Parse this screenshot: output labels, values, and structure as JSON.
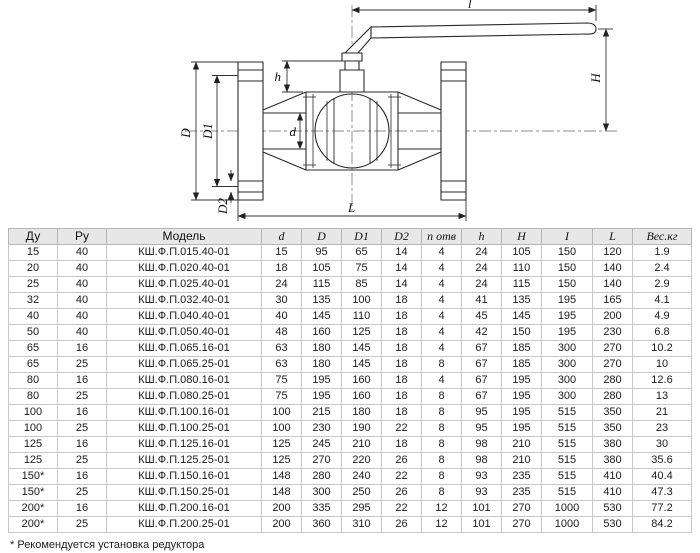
{
  "drawing": {
    "labels": {
      "l": "l",
      "H": "H",
      "h": "h",
      "d": "d",
      "D": "D",
      "D1": "D1",
      "D2": "D2",
      "L": "L"
    }
  },
  "table": {
    "headers": [
      "Ду",
      "Ру",
      "Модель",
      "d",
      "D",
      "D1",
      "D2",
      "n отв",
      "h",
      "H",
      "I",
      "L",
      "Вес.кг"
    ],
    "rows": [
      [
        "15",
        "40",
        "КШ.Ф.П.015.40-01",
        "15",
        "95",
        "65",
        "14",
        "4",
        "24",
        "105",
        "150",
        "120",
        "1.9"
      ],
      [
        "20",
        "40",
        "КШ.Ф.П.020.40-01",
        "18",
        "105",
        "75",
        "14",
        "4",
        "24",
        "110",
        "150",
        "140",
        "2.4"
      ],
      [
        "25",
        "40",
        "КШ.Ф.П.025.40-01",
        "24",
        "115",
        "85",
        "14",
        "4",
        "24",
        "115",
        "150",
        "140",
        "2.9"
      ],
      [
        "32",
        "40",
        "КШ.Ф.П.032.40-01",
        "30",
        "135",
        "100",
        "18",
        "4",
        "41",
        "135",
        "195",
        "165",
        "4.1"
      ],
      [
        "40",
        "40",
        "КШ.Ф.П.040.40-01",
        "40",
        "145",
        "110",
        "18",
        "4",
        "45",
        "145",
        "195",
        "200",
        "4.9"
      ],
      [
        "50",
        "40",
        "КШ.Ф.П.050.40-01",
        "48",
        "160",
        "125",
        "18",
        "4",
        "42",
        "150",
        "195",
        "230",
        "6.8"
      ],
      [
        "65",
        "16",
        "КШ.Ф.П.065.16-01",
        "63",
        "180",
        "145",
        "18",
        "4",
        "67",
        "185",
        "300",
        "270",
        "10.2"
      ],
      [
        "65",
        "25",
        "КШ.Ф.П.065.25-01",
        "63",
        "180",
        "145",
        "18",
        "8",
        "67",
        "185",
        "300",
        "270",
        "10"
      ],
      [
        "80",
        "16",
        "КШ.Ф.П.080.16-01",
        "75",
        "195",
        "160",
        "18",
        "4",
        "67",
        "195",
        "300",
        "280",
        "12.6"
      ],
      [
        "80",
        "25",
        "КШ.Ф.П.080.25-01",
        "75",
        "195",
        "160",
        "18",
        "8",
        "67",
        "195",
        "300",
        "280",
        "13"
      ],
      [
        "100",
        "16",
        "КШ.Ф.П.100.16-01",
        "100",
        "215",
        "180",
        "18",
        "8",
        "95",
        "195",
        "515",
        "350",
        "21"
      ],
      [
        "100",
        "25",
        "КШ.Ф.П.100.25-01",
        "100",
        "230",
        "190",
        "22",
        "8",
        "95",
        "195",
        "515",
        "350",
        "23"
      ],
      [
        "125",
        "16",
        "КШ.Ф.П.125.16-01",
        "125",
        "245",
        "210",
        "18",
        "8",
        "98",
        "210",
        "515",
        "380",
        "30"
      ],
      [
        "125",
        "25",
        "КШ.Ф.П.125.25-01",
        "125",
        "270",
        "220",
        "26",
        "8",
        "98",
        "210",
        "515",
        "380",
        "35.6"
      ],
      [
        "150*",
        "16",
        "КШ.Ф.П.150.16-01",
        "148",
        "280",
        "240",
        "22",
        "8",
        "93",
        "235",
        "515",
        "410",
        "40.4"
      ],
      [
        "150*",
        "25",
        "КШ.Ф.П.150.25-01",
        "148",
        "300",
        "250",
        "26",
        "8",
        "93",
        "235",
        "515",
        "410",
        "47.3"
      ],
      [
        "200*",
        "16",
        "КШ.Ф.П.200.16-01",
        "200",
        "335",
        "295",
        "22",
        "12",
        "101",
        "270",
        "1000",
        "530",
        "77.2"
      ],
      [
        "200*",
        "25",
        "КШ.Ф.П.200.25-01",
        "200",
        "360",
        "310",
        "26",
        "12",
        "101",
        "270",
        "1000",
        "530",
        "84.2"
      ]
    ]
  },
  "footnote": "* Рекомендуется установка редуктора"
}
